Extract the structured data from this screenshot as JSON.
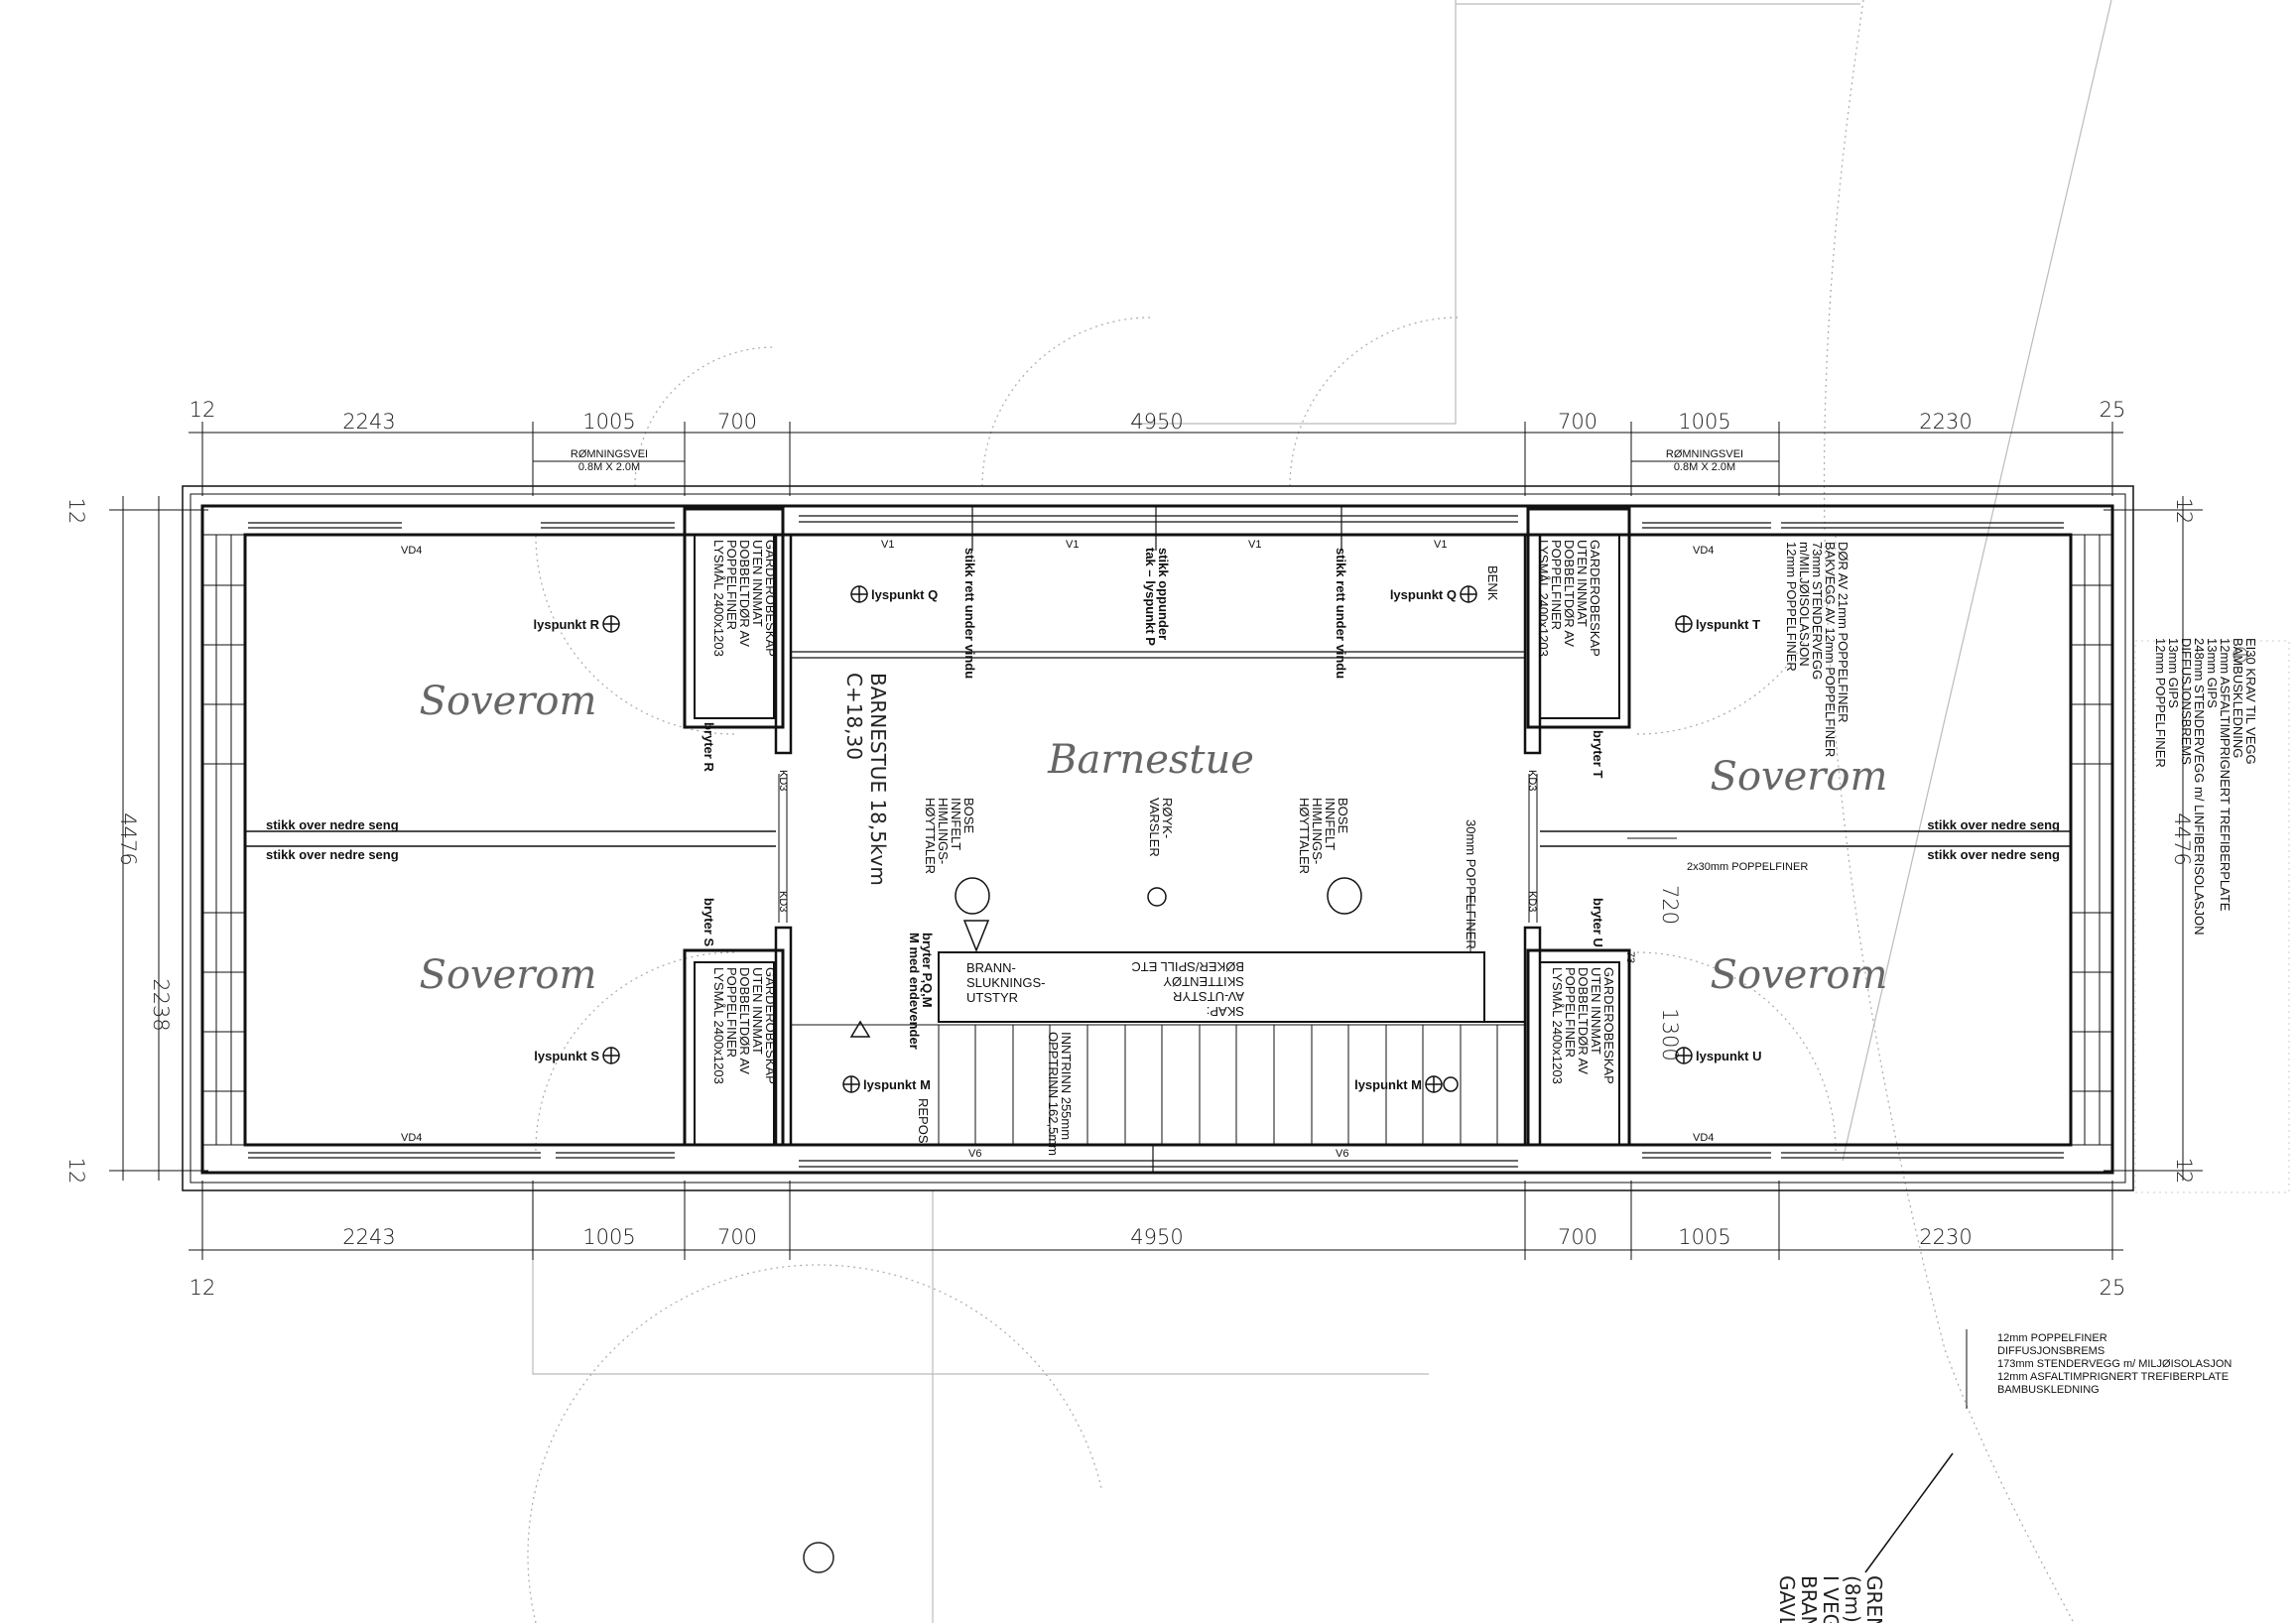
{
  "dimensions": {
    "top": [
      "12",
      "2243",
      "1005",
      "700",
      "4950",
      "700",
      "1005",
      "2230",
      "25"
    ],
    "bottom": [
      "2243",
      "1005",
      "700",
      "4950",
      "700",
      "1005",
      "2230"
    ],
    "bottom_edge": [
      "12",
      "25"
    ],
    "left": {
      "total": "4476",
      "half": "2238",
      "edge": "12"
    },
    "right": {
      "total": "4476",
      "a": "720",
      "b": "1300",
      "c": "73",
      "edge": "12"
    }
  },
  "escape": {
    "line1": "RØMNINGSVEI",
    "line2": "0.8M X 2.0M"
  },
  "rooms": {
    "bedroom": "Soverom",
    "living": "Barnestue"
  },
  "living_info": [
    "BARNESTUE 18,5kvm",
    "C+18,30"
  ],
  "lights": {
    "R": "lyspunkt R",
    "Q": "lyspunkt Q",
    "T": "lyspunkt T",
    "S": "lyspunkt S",
    "U": "lyspunkt U",
    "M": "lyspunkt M"
  },
  "switches": {
    "R": "bryter R",
    "T": "bryter T",
    "S": "bryter S",
    "U": "bryter U",
    "PQM": [
      "bryter P,Q,M",
      "M med endevender"
    ]
  },
  "outlets": {
    "bed": "stikk over nedre seng",
    "window": "stikk rett under vindu",
    "ceiling": [
      "stikk oppunder",
      "tak – lyspunkt P"
    ]
  },
  "window_codes": {
    "v1": "V1",
    "vd4": "VD4",
    "v6": "V6",
    "kd3": "KD3"
  },
  "wardrobe": [
    "GARDEROBESKAP",
    "UTEN INNMAT",
    "DOBBELTDØR AV",
    "POPPELFINER",
    "LYSMÅL 2400x1203"
  ],
  "speaker": [
    "BOSE",
    "INNFELT",
    "HIMLINGS-",
    "HØYTTALER"
  ],
  "smoke": [
    "RØYK-",
    "VARSLER"
  ],
  "panel_30": "30mm POPPELFINER",
  "bench": "BENK",
  "door_note": [
    "DØR AV 21mm POPPELFINER",
    "BAKVEGG AV 12mm POPPELFINER",
    "73mm STENDERVEGG",
    "m/MILJØISOLASJON",
    "12mm POPPELFINER"
  ],
  "panel_2x30": "2x30mm POPPELFINER",
  "fire": [
    "BRANN-",
    "SLUKNINGS-",
    "UTSTYR"
  ],
  "cabinet": [
    "SKAP:",
    "AV-UTSTYR",
    "SKITTENTØY",
    "BØKER/SPILL ETC"
  ],
  "stair": [
    "INNTRINN 255mm",
    "OPPTRINN 162,5mm"
  ],
  "landing": "REPOS",
  "wall_ei30": [
    "EI30 KRAV TIL VEGG",
    "BAMBUSKLEDNING",
    "12mm ASFALTIMPRIGNERT TREFIBERPLATE",
    "13mm GIPS",
    "248mm STENDERVEGG m/ LINFIBERISOLASJON",
    "DIFFUSJONSBREMS",
    "13mm GIPS",
    "12mm POPPELFINER"
  ],
  "wall_outer": [
    "12mm POPPELFINER",
    "DIFFUSJONSBREMS",
    "173mm STENDERVEGG m/ MILJØISOLASJON",
    "12mm ASFALTIMPRIGNERT TREFIBERPLATE",
    "BAMBUSKLEDNING"
  ],
  "boundary": [
    "GRENS",
    "(8m)",
    "I VEGG",
    "BRANN",
    "GAVLV"
  ]
}
